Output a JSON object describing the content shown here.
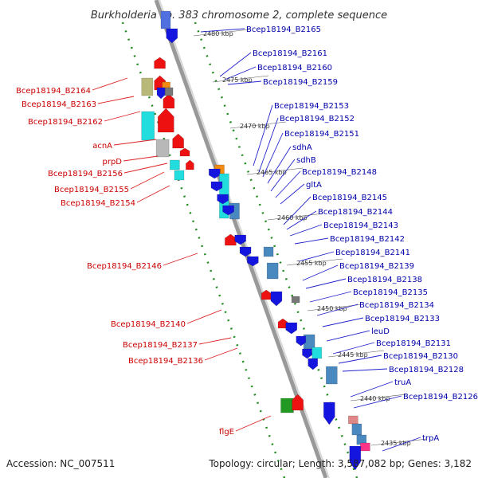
{
  "title": "Burkholderia sp. 383 chromosome 2, complete sequence",
  "footer": {
    "accession": "Accession: NC_007511",
    "topology": "Topology: circular; Length: 3,587,082 bp; Genes: 3,182"
  },
  "colors": {
    "backbone": "#888888",
    "forward_dots": "#228b22",
    "reverse_red": "#ee1111",
    "forward_blue": "#1515e0",
    "cyan": "#22dddd",
    "steel": "#4a88c0",
    "olive": "#b8b878",
    "gray": "#b8b8b8",
    "orange": "#f08a10",
    "green": "#229922",
    "pink": "#ff3388"
  },
  "kbp_ticks": [
    "2480 kbp",
    "2475 kbp",
    "2470 kbp",
    "2465 kbp",
    "2460 kbp",
    "2455 kbp",
    "2450 kbp",
    "2445 kbp",
    "2440 kbp",
    "2435 kbp"
  ],
  "left_labels": [
    "Bcep18194_B2164",
    "Bcep18194_B2163",
    "Bcep18194_B2162",
    "acnA",
    "prpD",
    "Bcep18194_B2156",
    "Bcep18194_B2155",
    "Bcep18194_B2154",
    "Bcep18194_B2146",
    "Bcep18194_B2140",
    "Bcep18194_B2137",
    "Bcep18194_B2136",
    "flgE"
  ],
  "right_labels": [
    "Bcep18194_B2165",
    "Bcep18194_B2161",
    "Bcep18194_B2160",
    "Bcep18194_B2159",
    "Bcep18194_B2153",
    "Bcep18194_B2152",
    "Bcep18194_B2151",
    "sdhA",
    "sdhB",
    "Bcep18194_B2148",
    "gltA",
    "Bcep18194_B2145",
    "Bcep18194_B2144",
    "Bcep18194_B2143",
    "Bcep18194_B2142",
    "Bcep18194_B2141",
    "Bcep18194_B2139",
    "Bcep18194_B2138",
    "Bcep18194_B2135",
    "Bcep18194_B2134",
    "Bcep18194_B2133",
    "leuD",
    "Bcep18194_B2131",
    "Bcep18194_B2130",
    "Bcep18194_B2128",
    "truA",
    "Bcep18194_B2126",
    "trpA"
  ]
}
